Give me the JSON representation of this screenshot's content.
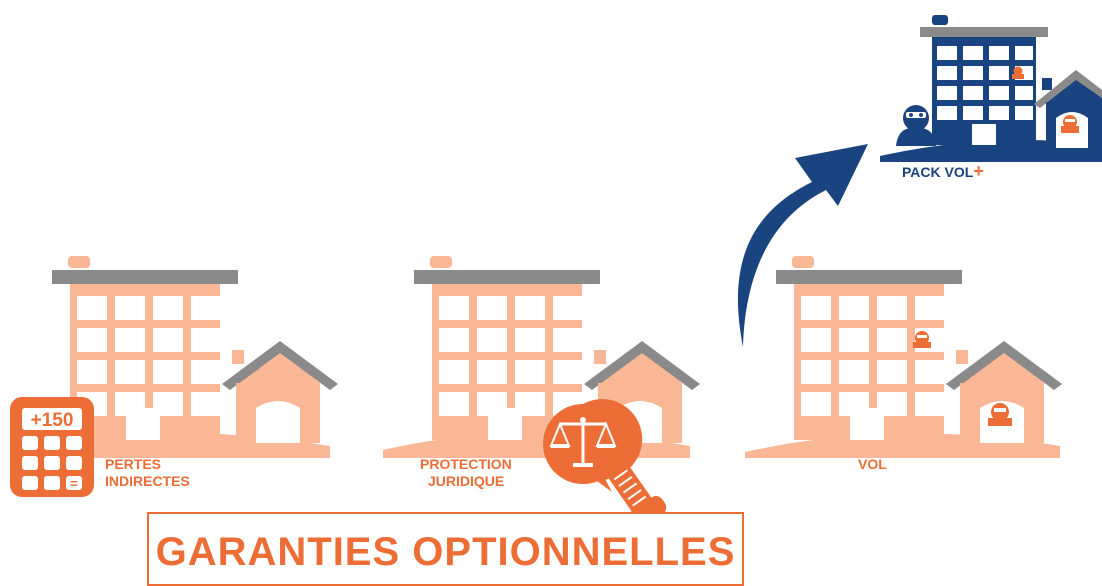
{
  "labels": {
    "pertes_line1": "PERTES",
    "pertes_line2": "INDIRECTES",
    "protection_line1": "PROTECTION",
    "protection_line2": "JURIDIQUE",
    "vol": "VOL",
    "pack_vol": "PACK VOL",
    "pack_vol_plus": "+"
  },
  "calculator": {
    "display": "+150",
    "key": "="
  },
  "title": "GARANTIES OPTIONNELLES",
  "icons": [
    "calculator-icon",
    "scales-of-justice-icon",
    "telephone-icon",
    "burglar-icon",
    "arrow-up-icon",
    "building-icon",
    "house-icon"
  ],
  "colors": {
    "peach": "#f9b795",
    "orange": "#ec6d36",
    "gray": "#8a8a8a",
    "navy": "#1a4480",
    "white": "#ffffff"
  }
}
